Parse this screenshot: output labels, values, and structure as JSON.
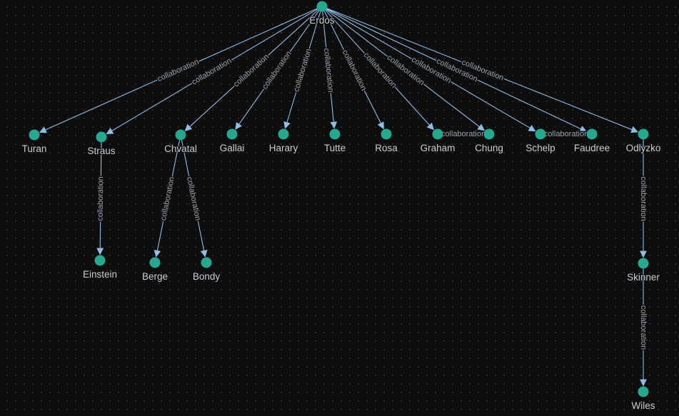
{
  "colors": {
    "background": "#0d0d0d",
    "node": "#26a88f",
    "edge": "#8fbde6",
    "node_label": "#c9ced4",
    "edge_label": "#9aa3ad"
  },
  "graph": {
    "root": "Erdos",
    "nodes": [
      {
        "id": "erdos",
        "label": "Erdos"
      },
      {
        "id": "turan",
        "label": "Turan"
      },
      {
        "id": "straus",
        "label": "Straus"
      },
      {
        "id": "chvatal",
        "label": "Chvatal"
      },
      {
        "id": "gallai",
        "label": "Gallai"
      },
      {
        "id": "harary",
        "label": "Harary"
      },
      {
        "id": "tutte",
        "label": "Tutte"
      },
      {
        "id": "rosa",
        "label": "Rosa"
      },
      {
        "id": "graham",
        "label": "Graham"
      },
      {
        "id": "chung",
        "label": "Chung"
      },
      {
        "id": "schelp",
        "label": "Schelp"
      },
      {
        "id": "faudree",
        "label": "Faudree"
      },
      {
        "id": "odlyzko",
        "label": "Odlyzko"
      },
      {
        "id": "einstein",
        "label": "Einstein"
      },
      {
        "id": "berge",
        "label": "Berge"
      },
      {
        "id": "bondy",
        "label": "Bondy"
      },
      {
        "id": "skinner",
        "label": "Skinner"
      },
      {
        "id": "wiles",
        "label": "Wiles"
      }
    ],
    "edges": [
      {
        "source": "erdos",
        "target": "turan",
        "label": "collaboration"
      },
      {
        "source": "erdos",
        "target": "straus",
        "label": "collaboration"
      },
      {
        "source": "erdos",
        "target": "chvatal",
        "label": "collaboration"
      },
      {
        "source": "erdos",
        "target": "gallai",
        "label": "collaboration"
      },
      {
        "source": "erdos",
        "target": "harary",
        "label": "collaboration"
      },
      {
        "source": "erdos",
        "target": "tutte",
        "label": "collaboration"
      },
      {
        "source": "erdos",
        "target": "rosa",
        "label": "collaboration"
      },
      {
        "source": "erdos",
        "target": "graham",
        "label": "collaboration"
      },
      {
        "source": "erdos",
        "target": "chung",
        "label": "collaboration"
      },
      {
        "source": "erdos",
        "target": "schelp",
        "label": "collaboration"
      },
      {
        "source": "erdos",
        "target": "faudree",
        "label": "collaboration"
      },
      {
        "source": "erdos",
        "target": "odlyzko",
        "label": "collaboration"
      },
      {
        "source": "graham",
        "target": "chung",
        "label": "collaboration"
      },
      {
        "source": "schelp",
        "target": "faudree",
        "label": "collaboration"
      },
      {
        "source": "straus",
        "target": "einstein",
        "label": "collaboration"
      },
      {
        "source": "chvatal",
        "target": "berge",
        "label": "collaboration"
      },
      {
        "source": "chvatal",
        "target": "bondy",
        "label": "collaboration"
      },
      {
        "source": "odlyzko",
        "target": "skinner",
        "label": "collaboration"
      },
      {
        "source": "skinner",
        "target": "wiles",
        "label": "collaboration"
      }
    ]
  }
}
